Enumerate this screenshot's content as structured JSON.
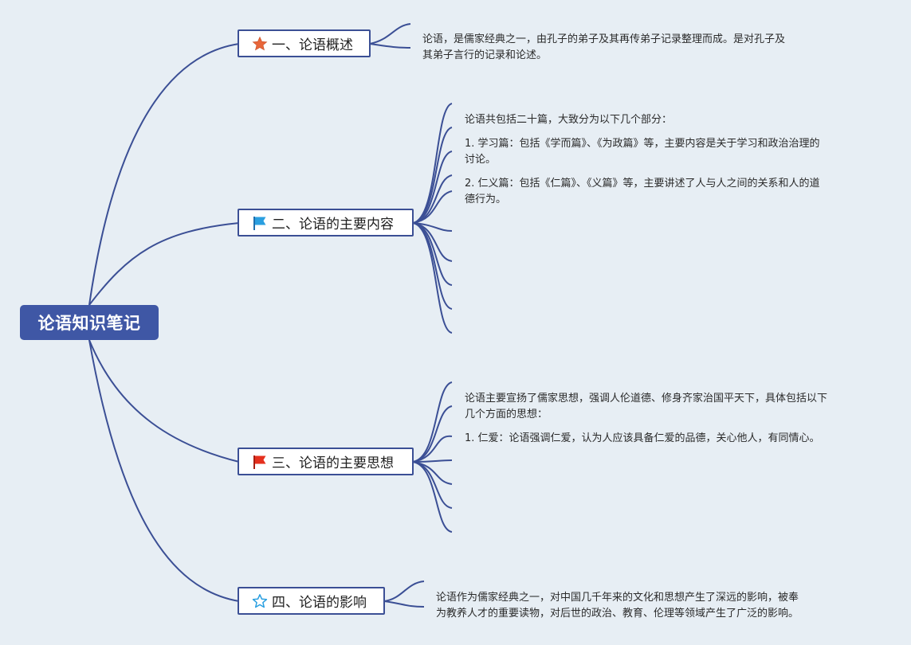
{
  "root": {
    "title": "论语知识笔记"
  },
  "branches": [
    {
      "label": "一、论语概述",
      "icon": "star-filled-icon",
      "notes": [
        "论语，是儒家经典之一，由孔子的弟子及其再传弟子记录整理而成。是对孔子及",
        "其弟子言行的记录和论述。"
      ]
    },
    {
      "label": "二、论语的主要内容",
      "icon": "blue-flag-icon",
      "notes": [
        "论语共包括二十篇，大致分为以下几个部分：",
        "1. 学习篇：包括《学而篇》、《为政篇》等，主要内容是关于学习和政治治理的",
        "讨论。",
        "2. 仁义篇：包括《仁篇》、《义篇》等，主要讲述了人与人之间的关系和人的道",
        "德行为。"
      ]
    },
    {
      "label": "三、论语的主要思想",
      "icon": "red-flag-icon",
      "notes": [
        "论语主要宣扬了儒家思想，强调人伦道德、修身齐家治国平天下，具体包括以下",
        "几个方面的思想：",
        "1. 仁爱：论语强调仁爱，认为人应该具备仁爱的品德，关心他人，有同情心。"
      ]
    },
    {
      "label": "四、论语的影响",
      "icon": "star-outline-icon",
      "notes": [
        "论语作为儒家经典之一，对中国几千年来的文化和思想产生了深远的影响，被奉",
        "为教养人才的重要读物，对后世的政治、教育、伦理等领域产生了广泛的影响。"
      ]
    }
  ],
  "colors": {
    "background": "#e7eef4",
    "root": "#3f57a5",
    "line": "#3b4f95",
    "star": "#e8663a",
    "blue_flag": "#2a9fe0",
    "red_flag": "#e5301e",
    "star_outline": "#2a9fe0"
  }
}
